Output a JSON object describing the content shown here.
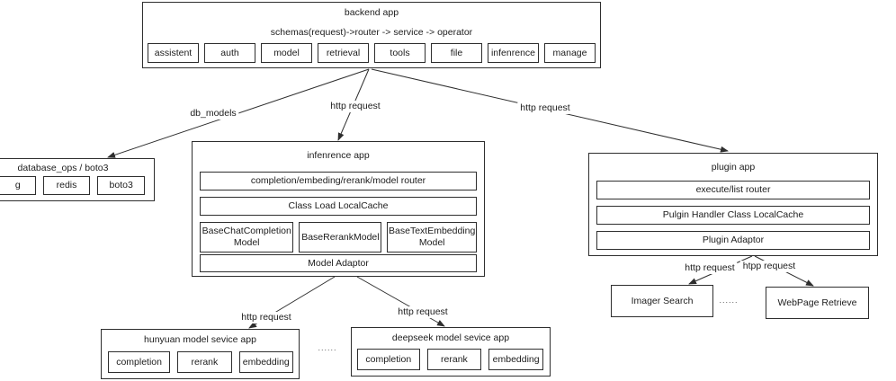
{
  "diagram": {
    "backend_app": {
      "title": "backend app",
      "subtitle": "schemas(request)->router -> service -> operator",
      "modules": [
        "assistent",
        "auth",
        "model",
        "retrieval",
        "tools",
        "file",
        "infenrence",
        "manage"
      ]
    },
    "database_ops": {
      "title": "database_ops / boto3",
      "modules": [
        "g",
        "redis",
        "boto3"
      ]
    },
    "inference_app": {
      "title": "infenrence app",
      "router": "completion/embeding/rerank/model router",
      "cache": "Class Load LocalCache",
      "models": [
        "BaseChatCompletion Model",
        "BaseRerankModel",
        "BaseTextEmbedding Model"
      ],
      "adaptor": "Model Adaptor"
    },
    "plugin_app": {
      "title": "plugin app",
      "router": "execute/list router",
      "cache": "Pulgin Handler Class LocalCache",
      "adaptor": "Plugin Adaptor"
    },
    "hunyuan_app": {
      "title": "hunyuan model sevice app",
      "modules": [
        "completion",
        "rerank",
        "embedding"
      ]
    },
    "deepseek_app": {
      "title": "deepseek model sevice app",
      "modules": [
        "completion",
        "rerank",
        "embedding"
      ]
    },
    "plugins": {
      "image_search": "Imager Search",
      "webpage_retrieve": "WebPage Retrieve"
    },
    "edge_labels": {
      "db_models": "db_models",
      "http_request_inference": "http request",
      "http_request_plugin": "http request",
      "http_request_hunyuan": "http request",
      "http_request_deepseek": "http request",
      "http_request_imagesearch": "http request",
      "htpp_request_webpage": "htpp request"
    },
    "dots_bottom": "......",
    "dots_right": "......"
  },
  "colors": {
    "border": "#2e2e2e",
    "background": "#ffffff",
    "text": "#1c1c1c"
  }
}
